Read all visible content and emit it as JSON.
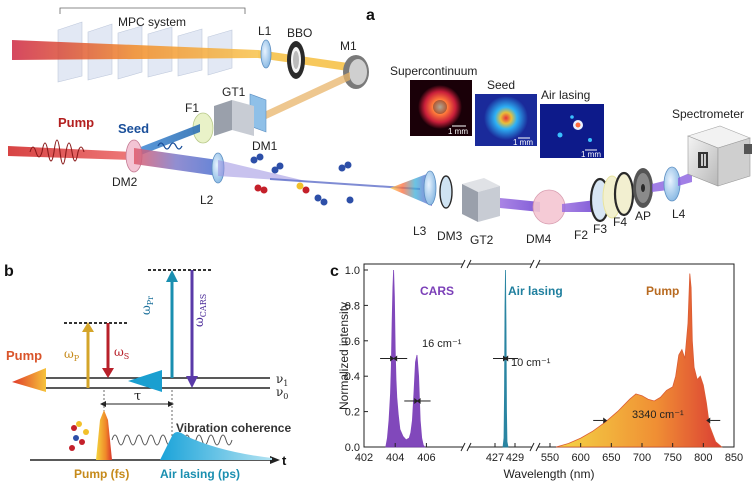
{
  "panel_a": {
    "letter": "a",
    "mpc_label": "MPC system",
    "components": {
      "L1": "L1",
      "BBO": "BBO",
      "M1": "M1",
      "F1": "F1",
      "GT1": "GT1",
      "DM1": "DM1",
      "DM2": "DM2",
      "L2": "L2",
      "L3": "L3",
      "DM3": "DM3",
      "GT2": "GT2",
      "DM4": "DM4",
      "F2": "F2",
      "F3": "F3",
      "F4": "F4",
      "AP": "AP",
      "L4": "L4"
    },
    "beam_labels": {
      "pump": "Pump",
      "seed": "Seed"
    },
    "spectrometer": "Spectrometer",
    "insets": [
      {
        "title": "Supercontinuum",
        "scale": "1 mm"
      },
      {
        "title": "Seed",
        "scale": "1 mm"
      },
      {
        "title": "Air lasing",
        "scale": "1 mm"
      }
    ]
  },
  "panel_b": {
    "letter": "b",
    "labels": {
      "pump": "Pump",
      "omega_p": "ω",
      "omega_p_sub": "P",
      "omega_s": "ω",
      "omega_s_sub": "S",
      "omega_pr": "ω",
      "omega_pr_sub": "Pr",
      "omega_cars": "ω",
      "omega_cars_sub": "CARS",
      "v1": "ν",
      "v1_sub": "1",
      "v0": "ν",
      "v0_sub": "0",
      "tau": "τ",
      "vibration": "Vibration coherence",
      "pump_fs": "Pump (fs)",
      "air_lasing_ps": "Air lasing (ps)",
      "t": "t"
    }
  },
  "panel_c": {
    "letter": "c"
  },
  "chart_data": {
    "type": "area",
    "ylabel": "Normalized intensity",
    "xlabel": "Wavelength (nm)",
    "ylim": [
      0,
      1.0
    ],
    "yticks": [
      "0.0",
      "0.2",
      "0.4",
      "0.6",
      "0.8",
      "1.0"
    ],
    "broken_x_axis": true,
    "segments": [
      {
        "xlim": [
          402,
          407
        ],
        "ticks": [
          "402",
          "404",
          "406"
        ]
      },
      {
        "xlim": [
          426.5,
          429.5
        ],
        "ticks": [
          "427",
          "429"
        ]
      },
      {
        "xlim": [
          550,
          850
        ],
        "ticks": [
          "550",
          "600",
          "650",
          "700",
          "750",
          "800",
          "850"
        ]
      }
    ],
    "series": [
      {
        "name": "CARS",
        "color": "#7b3fb8",
        "segment": 0,
        "x": [
          403.4,
          403.5,
          403.6,
          403.7,
          403.75,
          403.8,
          403.85,
          403.9,
          403.95,
          404.0,
          404.05,
          404.1,
          404.2,
          404.3,
          404.5,
          404.7,
          404.9,
          405.0,
          405.1,
          405.2,
          405.3,
          405.4,
          405.5,
          405.6,
          405.7,
          405.8,
          405.9
        ],
        "y": [
          0.0,
          0.05,
          0.15,
          0.3,
          0.45,
          0.7,
          0.9,
          1.0,
          0.85,
          0.55,
          0.38,
          0.28,
          0.18,
          0.1,
          0.06,
          0.04,
          0.05,
          0.08,
          0.15,
          0.3,
          0.48,
          0.52,
          0.4,
          0.15,
          0.05,
          0.01,
          0.0
        ]
      },
      {
        "name": "Air lasing",
        "color": "#1f7f9e",
        "segment": 1,
        "x": [
          427.8,
          427.9,
          427.95,
          428.0,
          428.05,
          428.1,
          428.15,
          428.2,
          428.3
        ],
        "y": [
          0.0,
          0.05,
          0.3,
          0.8,
          1.0,
          0.7,
          0.2,
          0.03,
          0.0
        ]
      },
      {
        "name": "Pump",
        "color": "#d9542a",
        "segment": 2,
        "x": [
          560,
          580,
          600,
          620,
          640,
          660,
          680,
          690,
          700,
          710,
          720,
          730,
          740,
          750,
          755,
          760,
          765,
          770,
          775,
          778,
          780,
          782,
          785,
          790,
          795,
          800,
          805,
          810,
          820,
          830
        ],
        "y": [
          0.0,
          0.02,
          0.05,
          0.09,
          0.14,
          0.2,
          0.27,
          0.3,
          0.29,
          0.27,
          0.26,
          0.28,
          0.32,
          0.34,
          0.4,
          0.52,
          0.55,
          0.5,
          0.7,
          0.98,
          0.9,
          0.6,
          0.45,
          0.38,
          0.4,
          0.35,
          0.25,
          0.12,
          0.03,
          0.0
        ]
      }
    ],
    "annotations": [
      "16 cm⁻¹",
      "10 cm⁻¹",
      "3340 cm⁻¹"
    ]
  }
}
